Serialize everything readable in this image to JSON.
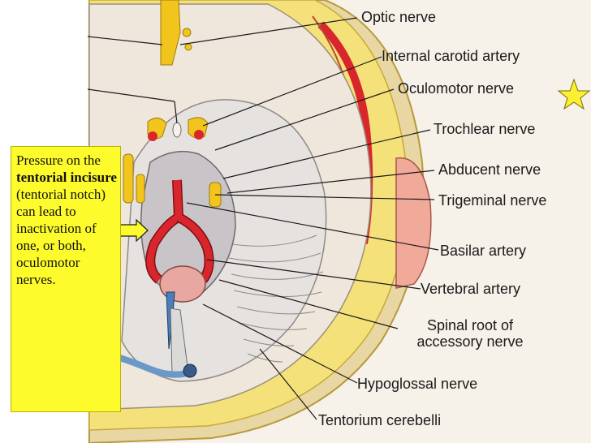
{
  "labels": {
    "optic_nerve": "Optic nerve",
    "internal_carotid_artery": "Internal carotid artery",
    "oculomotor_nerve": "Oculomotor nerve",
    "trochlear_nerve": "Trochlear nerve",
    "abducent_nerve": "Abducent nerve",
    "trigeminal_nerve": "Trigeminal nerve",
    "basilar_artery": "Basilar artery",
    "vertebral_artery": "Vertebral artery",
    "spinal_root_line1": "Spinal root of",
    "spinal_root_line2": "accessory nerve",
    "hypoglossal_nerve": "Hypoglossal nerve",
    "tentorium_cerebelli": "Tentorium cerebelli"
  },
  "callout": {
    "text_before": "Pressure on the",
    "bold_text": "tentorial incisure",
    "text_after": "(tentorial notch) can lead to inactivation of one, or both, oculomotor nerves."
  },
  "colors": {
    "callout_background": "#fdfb2c",
    "star": "#fdf033",
    "artery": "#d8262c",
    "nerve": "#f2c51c",
    "dura": "#e8d7a2",
    "bone": "#f4e17a"
  }
}
